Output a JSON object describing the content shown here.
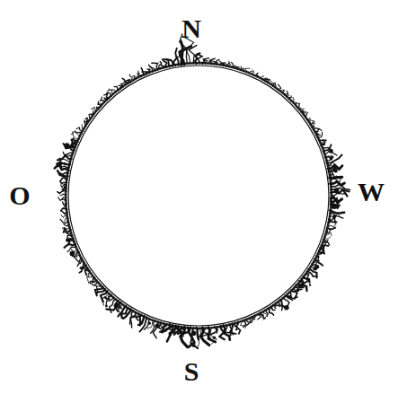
{
  "diagram": {
    "labels": [
      "N",
      "O",
      "W",
      "S"
    ]
  }
}
